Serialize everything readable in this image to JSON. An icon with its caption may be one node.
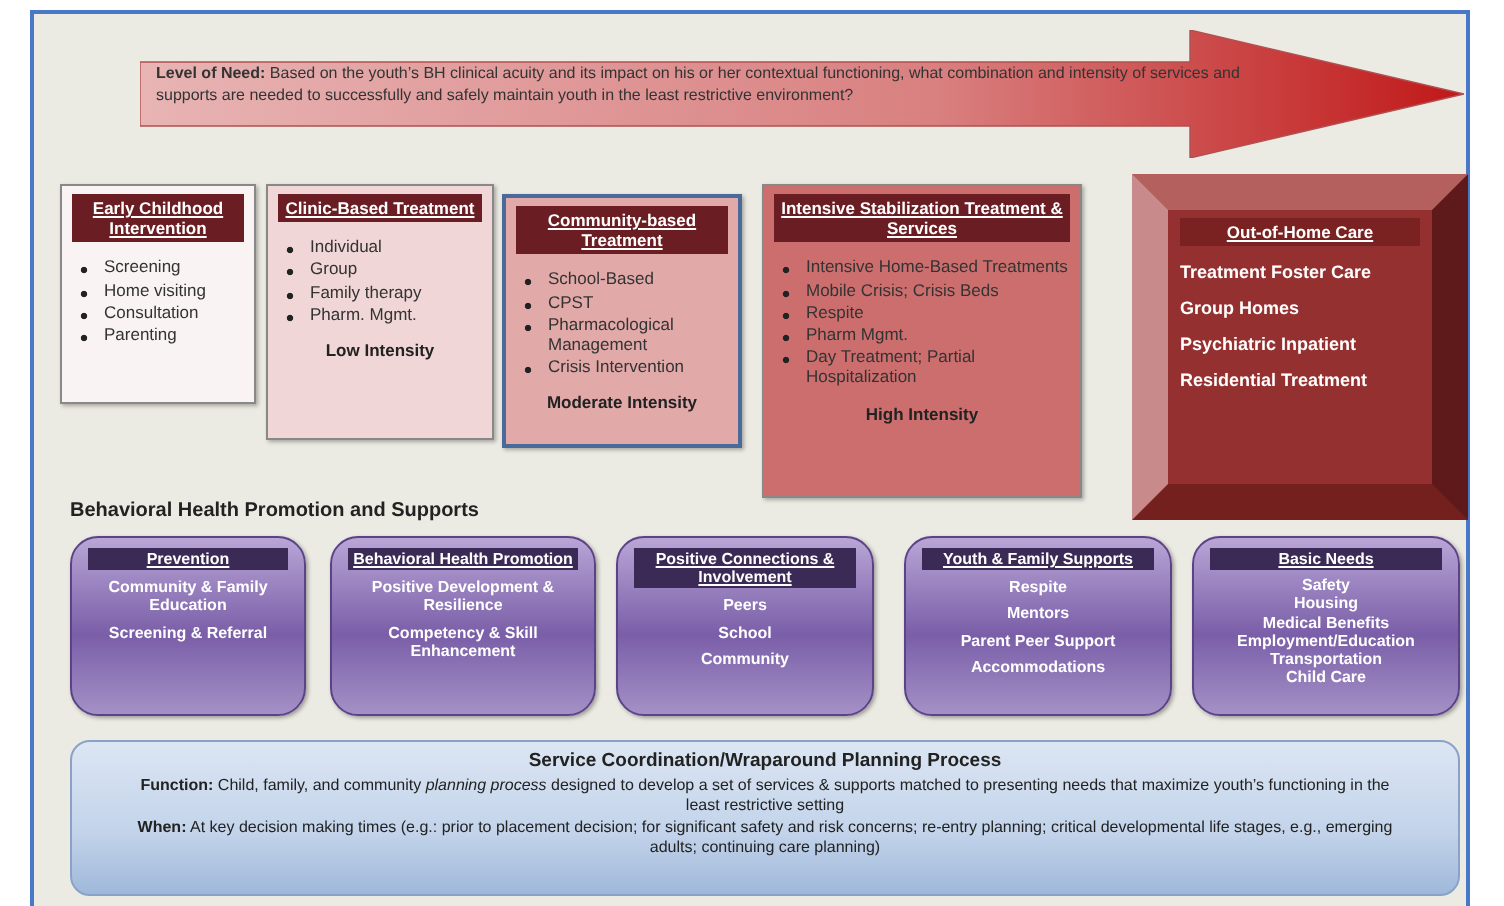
{
  "diagram": {
    "nodes": [
      {
        "text": [
          "**Level of Need:** Based on the youth’s BH clinical acuity and its impact on his or her contextual functioning, what combination and intensity of services and supports are needed to successfully and safely maintain youth in the least restrictive environment?"
        ]
      },
      {
        "text": [
          "Early Childhood Intervention",
          "Screening",
          "Home visiting",
          "Consultation",
          "Parenting"
        ]
      },
      {
        "text": [
          "Clinic-Based Treatment",
          "Individual",
          "Group",
          "Family therapy",
          "Pharm. Mgmt.",
          "Low Intensity"
        ]
      },
      {
        "text": [
          "Community-based Treatment",
          "School-Based",
          "CPST",
          "Pharmacological Management",
          "Crisis Intervention",
          "Moderate Intensity"
        ]
      },
      {
        "text": [
          "Intensive Stabilization Treatment & Services",
          "Intensive Home-Based Treatments",
          "Mobile Crisis; Crisis Beds",
          "Respite",
          "Pharm Mgmt.",
          "Day Treatment; Partial Hospitalization",
          "High Intensity"
        ]
      },
      {
        "text": [
          "Out-of-Home Care",
          "Treatment Foster Care",
          "Group Homes",
          "Psychiatric Inpatient",
          "Residential Treatment"
        ]
      },
      {
        "text": [
          "Prevention",
          "Community & Family Education",
          "Screening & Referral"
        ]
      },
      {
        "text": [
          "Behavioral Health Promotion",
          "Positive Development & Resilience",
          "Competency & Skill Enhancement"
        ]
      },
      {
        "text": [
          "Positive Connections & Involvement",
          "Peers",
          "School",
          "Community"
        ]
      },
      {
        "text": [
          "Youth & Family Supports",
          "Respite",
          "Mentors",
          "Parent Peer Support",
          "Accommodations"
        ]
      },
      {
        "text": [
          "Basic Needs",
          "Safety",
          "Housing",
          "Medical Benefits",
          "Employment/Education",
          "Transportation",
          "Child Care"
        ]
      },
      {
        "text": [
          "Service Coordination/Wraparound Planning Process",
          "**Function:** Child, family, and community *planning process* designed to develop a set of services & supports matched to presenting needs that maximize youth’s functioning in the least restrictive setting",
          "**When:** At key decision making times (e.g.: prior to placement decision; for significant safety and risk concerns; re-entry planning; critical developmental life stages, e.g., emerging adults; continuing care planning)"
        ]
      }
    ],
    "labels": [
      "Behavioral Health Promotion and Supports"
    ]
  }
}
